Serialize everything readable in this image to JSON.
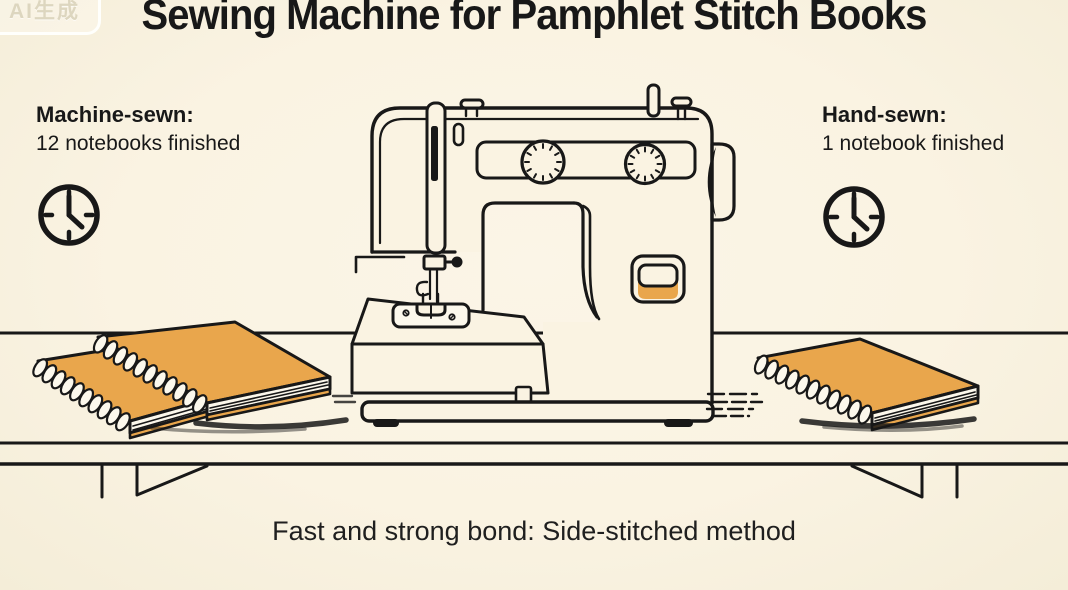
{
  "colors": {
    "background": "#faf3e2",
    "ink": "#181818",
    "accent": "#e9a64c",
    "pages": "#fcf8ec",
    "caption_ink": "#1f1f1f",
    "faint": "#ddd6bf"
  },
  "watermark": {
    "label": "AI生成"
  },
  "header": {
    "title": "Sewing Machine for Pamphlet Stitch Books"
  },
  "machine_sewn": {
    "heading": "Machine-sewn:",
    "result": "12 notebooks finished",
    "icon": "clock-icon",
    "notebooks_shown": 2
  },
  "hand_sewn": {
    "heading": "Hand-sewn:",
    "result": "1 notebook finished",
    "icon": "clock-icon",
    "notebooks_shown": 1
  },
  "footer": {
    "caption": "Fast and strong bond: Side-stitched method"
  }
}
